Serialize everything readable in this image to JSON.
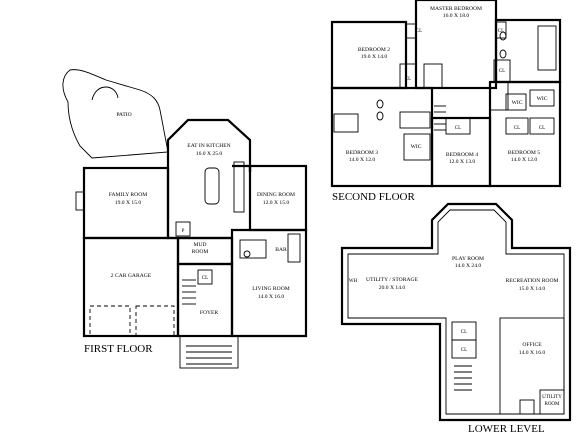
{
  "floors": {
    "first": "FIRST FLOOR",
    "second": "SECOND FLOOR",
    "lower": "LOWER LEVEL"
  },
  "rooms": {
    "patio": "PATIO",
    "eat_in_kitchen": {
      "name": "EAT IN KITCHEN",
      "size": "16.0 X 25.0"
    },
    "family_room": {
      "name": "FAMILY ROOM",
      "size": "19.0 X 15.0"
    },
    "dining_room": {
      "name": "DINING ROOM",
      "size": "12.0 X 15.0"
    },
    "mud_room": {
      "name": "MUD",
      "name2": "ROOM"
    },
    "bar": "BAR",
    "two_car_garage": "2 CAR GARAGE",
    "living_room": {
      "name": "LIVING ROOM",
      "size": "14.0 X 16.0"
    },
    "foyer": "FOYER",
    "pantry": "P",
    "cl_first": "CL",
    "master_bedroom": {
      "name": "MASTER BEDROOM",
      "size": "16.0 X 18.0"
    },
    "bedroom2": {
      "name": "BEDROOM 2",
      "size": "19.0 X 14.0"
    },
    "bedroom3": {
      "name": "BEDROOM 3",
      "size": "14.0 X 12.0"
    },
    "bedroom4": {
      "name": "BEDROOM 4",
      "size": "12.0 X 13.0"
    },
    "bedroom5": {
      "name": "BEDROOM 5",
      "size": "14.0 X 12.0"
    },
    "wic": "WIC",
    "cl": "CL",
    "play_room": {
      "name": "PLAY ROOM",
      "size": "14.0 X 24.0"
    },
    "utility_storage": {
      "name": "UTILITY / STORAGE",
      "size": "20.0 X 14.0"
    },
    "recreation_room": {
      "name": "RECREATION ROOM",
      "size": "15.0 X 14.0"
    },
    "office": {
      "name": "OFFICE",
      "size": "14.0 X 16.0"
    },
    "utility_room": {
      "name": "UTILITY",
      "name2": "ROOM"
    },
    "wh": "WH"
  }
}
